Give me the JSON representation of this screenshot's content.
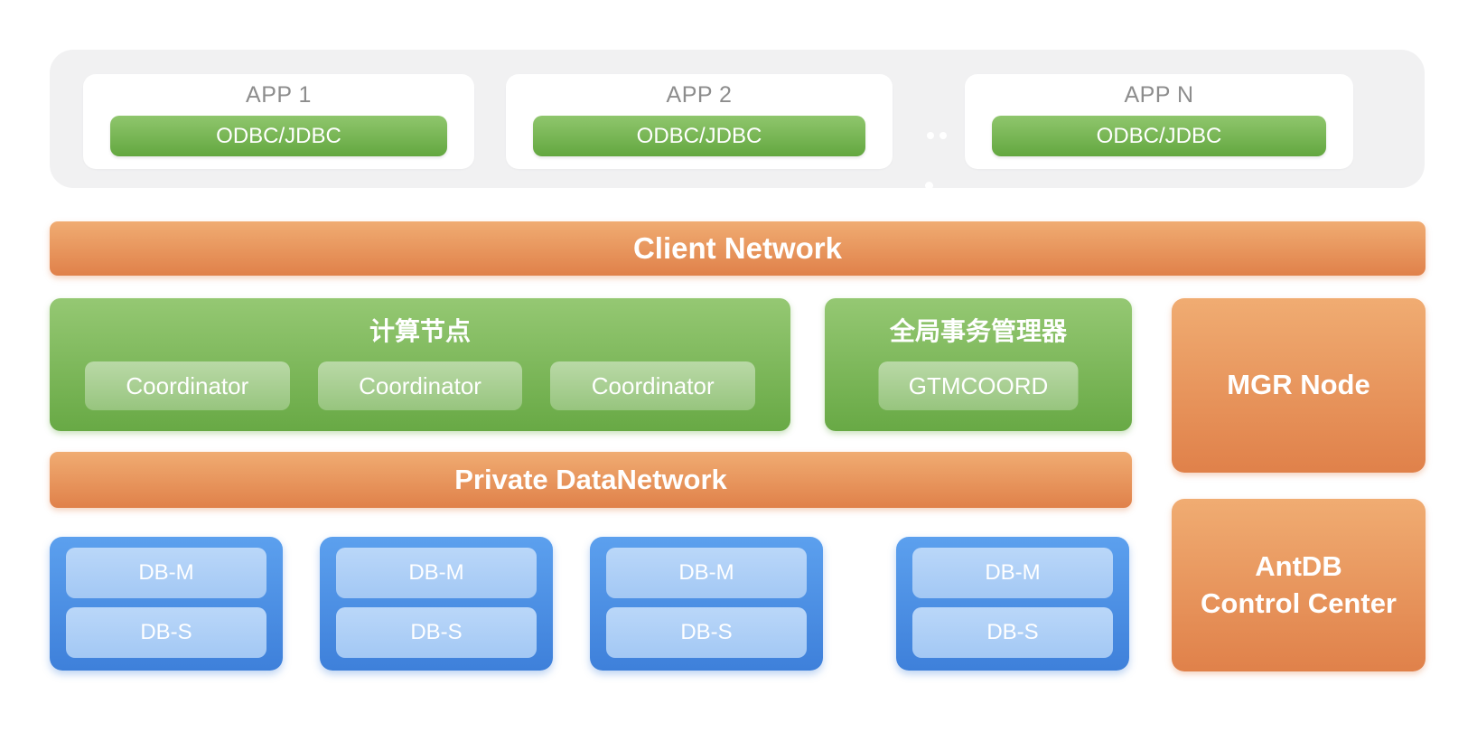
{
  "colors": {
    "orange_top": "#F0AC72",
    "orange_bottom": "#E0814A",
    "green_top": "#95C873",
    "green_bottom": "#68A945",
    "button_green_top": "#8FC66D",
    "button_green_bottom": "#63A73F",
    "blue_top": "#5CA0EE",
    "blue_bottom": "#3E80DA",
    "blue_inner_top": "#BAD7F9",
    "blue_inner_bottom": "#A3C8F4",
    "panel_gray": "#F1F1F2",
    "app_title_gray": "#8D8D8D",
    "label_white": "#FFFFFF"
  },
  "app_layer": {
    "apps": [
      {
        "title": "APP 1",
        "connector": "ODBC/JDBC"
      },
      {
        "title": "APP 2",
        "connector": "ODBC/JDBC"
      },
      {
        "title": "APP N",
        "connector": "ODBC/JDBC"
      }
    ]
  },
  "client_network": {
    "label": "Client Network"
  },
  "compute_nodes": {
    "title": "计算节点",
    "nodes": [
      "Coordinator",
      "Coordinator",
      "Coordinator"
    ]
  },
  "gtm": {
    "title": "全局事务管理器",
    "node": "GTMCOORD"
  },
  "mgr_node": {
    "label": "MGR Node"
  },
  "private_network": {
    "label": "Private DataNetwork"
  },
  "data_node_groups": [
    {
      "master": "DB-M",
      "standby": "DB-S"
    },
    {
      "master": "DB-M",
      "standby": "DB-S"
    },
    {
      "master": "DB-M",
      "standby": "DB-S"
    },
    {
      "master": "DB-M",
      "standby": "DB-S"
    }
  ],
  "control_center": {
    "line1": "AntDB",
    "line2": "Control Center"
  }
}
